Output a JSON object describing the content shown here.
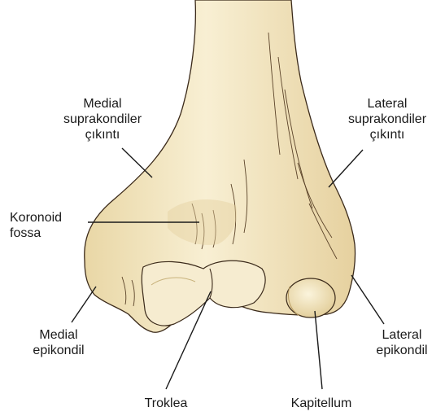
{
  "labels": {
    "medial_supracondylar": [
      "Medial",
      "suprakondiler",
      "çıkıntı"
    ],
    "lateral_supracondylar": [
      "Lateral",
      "suprakondiler",
      "çıkıntı"
    ],
    "coronoid_fossa": [
      "Koronoid",
      "fossa"
    ],
    "medial_epicondyle": [
      "Medial",
      "epikondil"
    ],
    "lateral_epicondyle": [
      "Lateral",
      "epikondil"
    ],
    "trochlea": "Troklea",
    "capitellum": "Kapitellum"
  },
  "colors": {
    "bone_fill": "#f3e7c4",
    "bone_shadow": "#dcc89a",
    "bone_outline": "#3b2a1a",
    "leader_line": "#1a1a1a"
  }
}
